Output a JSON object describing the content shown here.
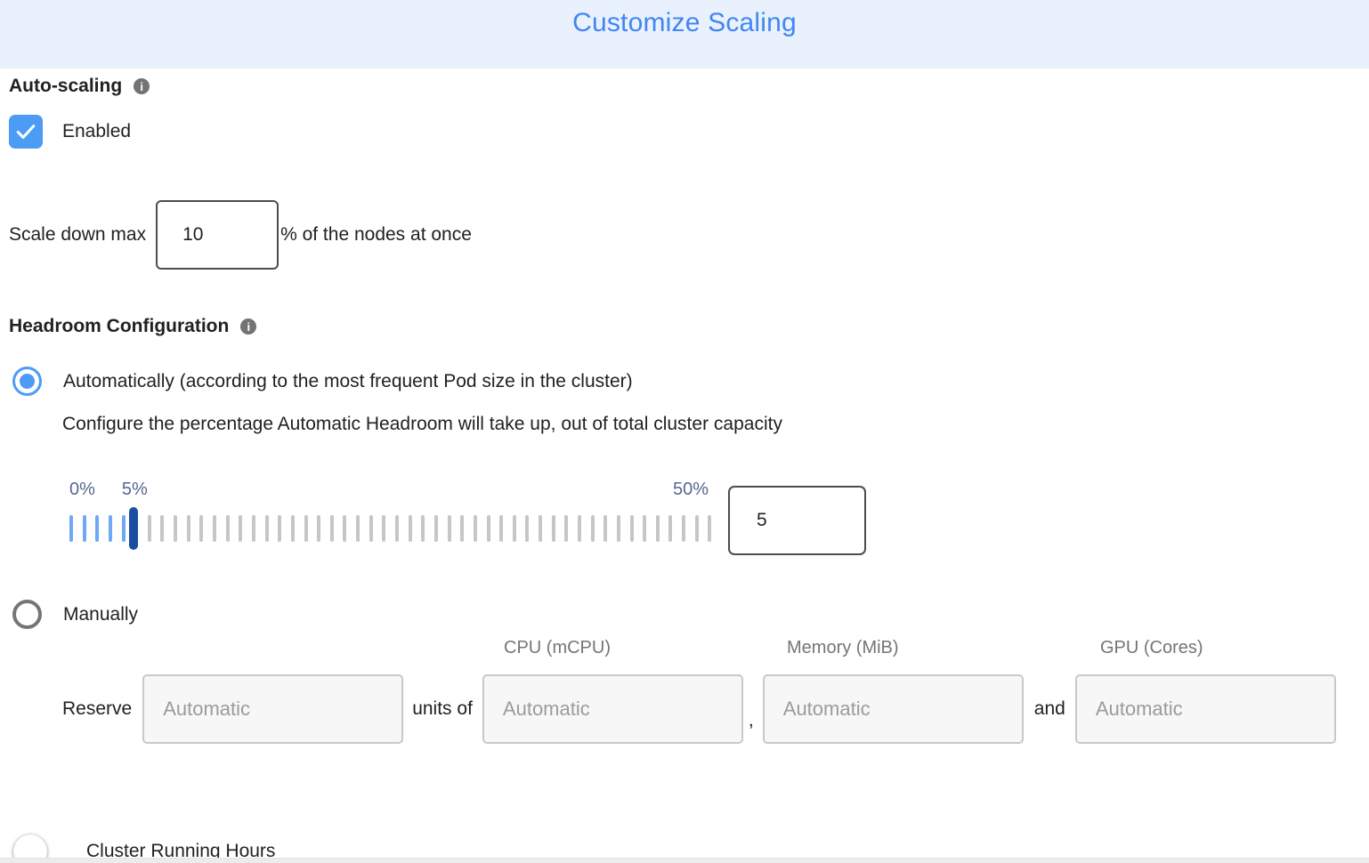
{
  "header": {
    "title": "Customize Scaling"
  },
  "auto_scaling": {
    "label": "Auto-scaling",
    "checkbox_checked": true,
    "enabled_label": "Enabled"
  },
  "scale_down": {
    "prefix": "Scale down max",
    "value": "10",
    "suffix": "% of the nodes at once"
  },
  "headroom": {
    "label": "Headroom Configuration",
    "automatic": {
      "selected": true,
      "label": "Automatically (according to the most frequent Pod size in the cluster)",
      "description": "Configure the percentage Automatic Headroom will take up, out of total cluster capacity"
    },
    "slider": {
      "min_label": "0%",
      "current_label": "5%",
      "max_label": "50%",
      "value": "5",
      "tick_count": 50,
      "active_ticks": 6,
      "handle_index": 5
    },
    "manual": {
      "selected": false,
      "label": "Manually",
      "columns": {
        "cpu": "CPU (mCPU)",
        "memory": "Memory (MiB)",
        "gpu": "GPU (Cores)"
      },
      "reserve_label": "Reserve",
      "units_of_label": "units of",
      "comma_label": ",",
      "and_label": "and",
      "placeholder": "Automatic"
    }
  },
  "cluster_running_hours": {
    "label": "Cluster Running Hours",
    "enabled": false
  },
  "colors": {
    "header_bg": "#E9F1FC",
    "title_blue": "#4285F4",
    "control_blue": "#4C9BF5",
    "tick_blue": "#6FA9F5",
    "tick_gray": "#C6C6C6",
    "handle_blue": "#1B4EA1"
  }
}
